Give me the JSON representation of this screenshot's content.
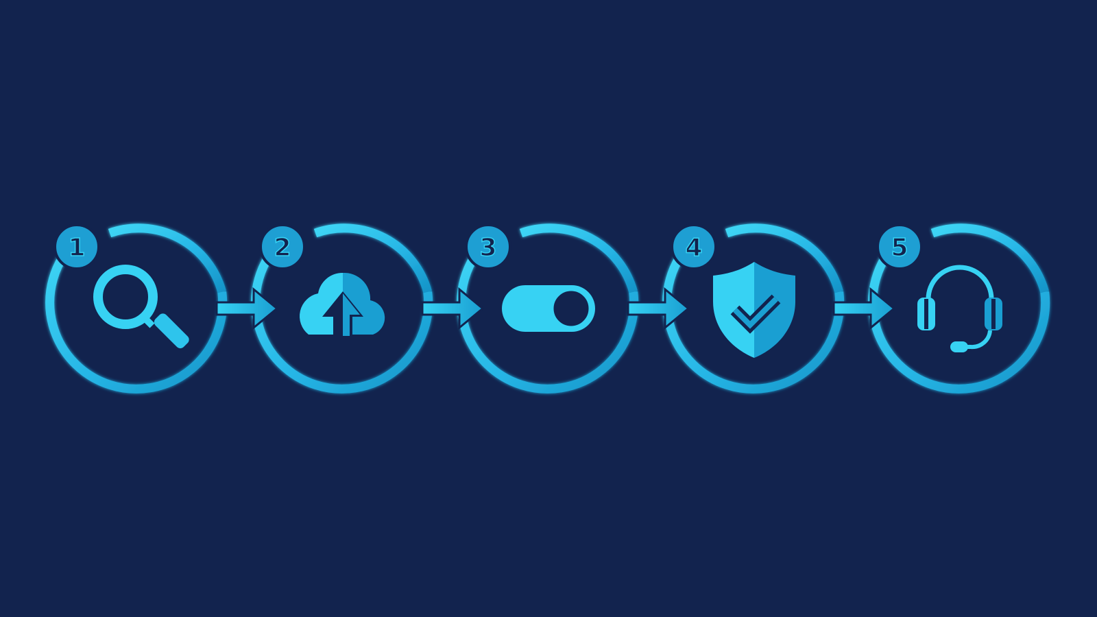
{
  "colors": {
    "background": "#12234e",
    "accent_light": "#37d2f3",
    "accent_dark": "#159acd",
    "badge_text": "#12234e"
  },
  "steps": [
    {
      "number": "1",
      "icon": "magnifying-glass-icon"
    },
    {
      "number": "2",
      "icon": "cloud-upload-icon"
    },
    {
      "number": "3",
      "icon": "toggle-switch-icon"
    },
    {
      "number": "4",
      "icon": "shield-check-icon"
    },
    {
      "number": "5",
      "icon": "headset-icon"
    }
  ],
  "connectors": [
    {
      "from": "1",
      "to": "2"
    },
    {
      "from": "2",
      "to": "3"
    },
    {
      "from": "3",
      "to": "4"
    },
    {
      "from": "4",
      "to": "5"
    }
  ]
}
